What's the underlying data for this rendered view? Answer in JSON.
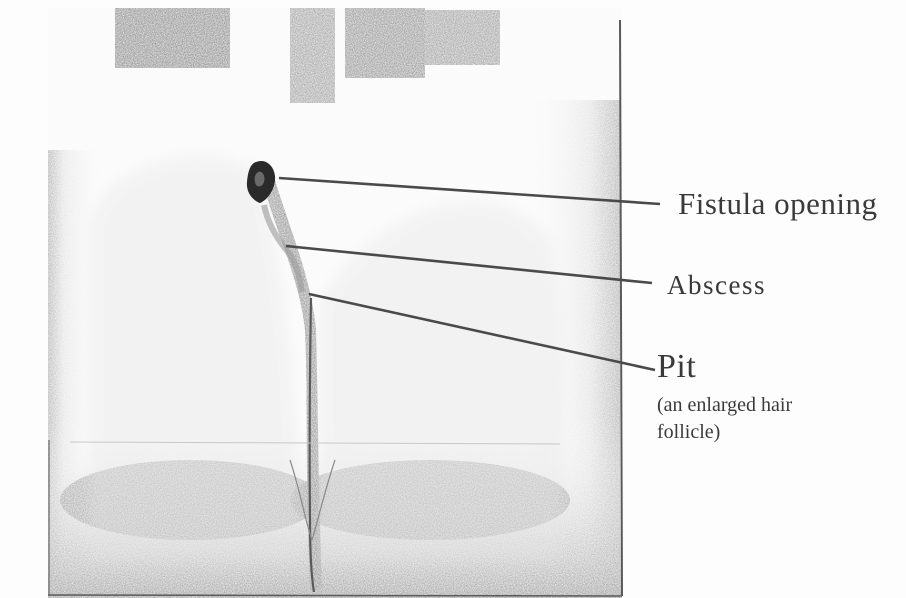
{
  "labels": {
    "fistula": "Fistula opening",
    "abscess": "Abscess",
    "pit": "Pit",
    "pit_note_line1": "(an enlarged hair",
    "pit_note_line2": "follicle)"
  },
  "colors": {
    "ink": "#3a3a3a",
    "leader": "#4a4a4a",
    "shade": "#8a8a8a",
    "paper": "#fdfdfd"
  }
}
